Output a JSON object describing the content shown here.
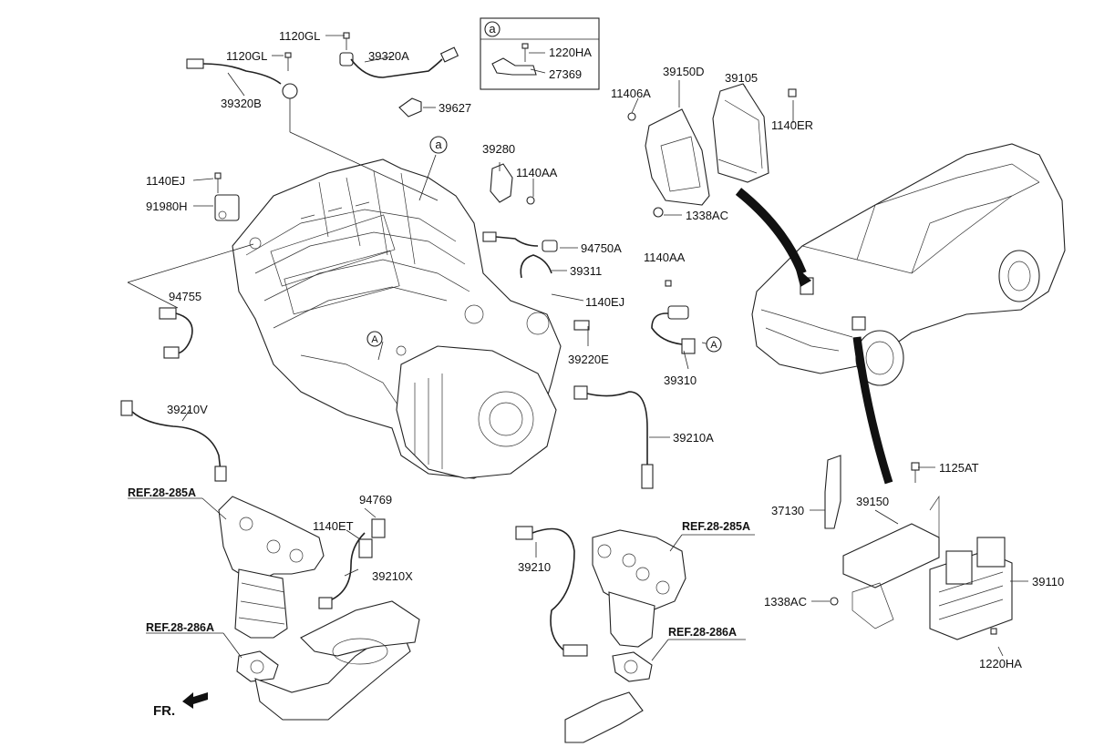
{
  "labels": {
    "l1120GL_top": "1120GL",
    "l39320A": "39320A",
    "l1120GL_left": "1120GL",
    "l39320B": "39320B",
    "l39627": "39627",
    "l1140EJ_left": "1140EJ",
    "l91980H": "91980H",
    "l39280": "39280",
    "l1140AA_a": "1140AA",
    "l94750A": "94750A",
    "l39311": "39311",
    "l1140EJ_mid": "1140EJ",
    "l39220E": "39220E",
    "l94755": "94755",
    "l39210V": "39210V",
    "l94769": "94769",
    "l1140ET": "1140ET",
    "l39210X": "39210X",
    "l39210A": "39210A",
    "l39210": "39210",
    "l11406A": "11406A",
    "l39150D": "39150D",
    "l39105": "39105",
    "l1140ER": "1140ER",
    "l1338AC_top": "1338AC",
    "l1140AA_b": "1140AA",
    "l39310": "39310",
    "l1125AT": "1125AT",
    "l37130": "37130",
    "l39150": "39150",
    "l39110": "39110",
    "l1338AC_bot": "1338AC",
    "l1220HA_bot": "1220HA"
  },
  "inset": {
    "marker": "a",
    "bolt": "1220HA",
    "bracket": "27369"
  },
  "callouts": {
    "a_engine": "a",
    "A_engine": "A",
    "A_sensor": "A"
  },
  "refs": {
    "r1": "REF.28-285A",
    "r2": "REF.28-286A",
    "r3": "REF.28-285A",
    "r4": "REF.28-286A"
  },
  "front": "FR."
}
